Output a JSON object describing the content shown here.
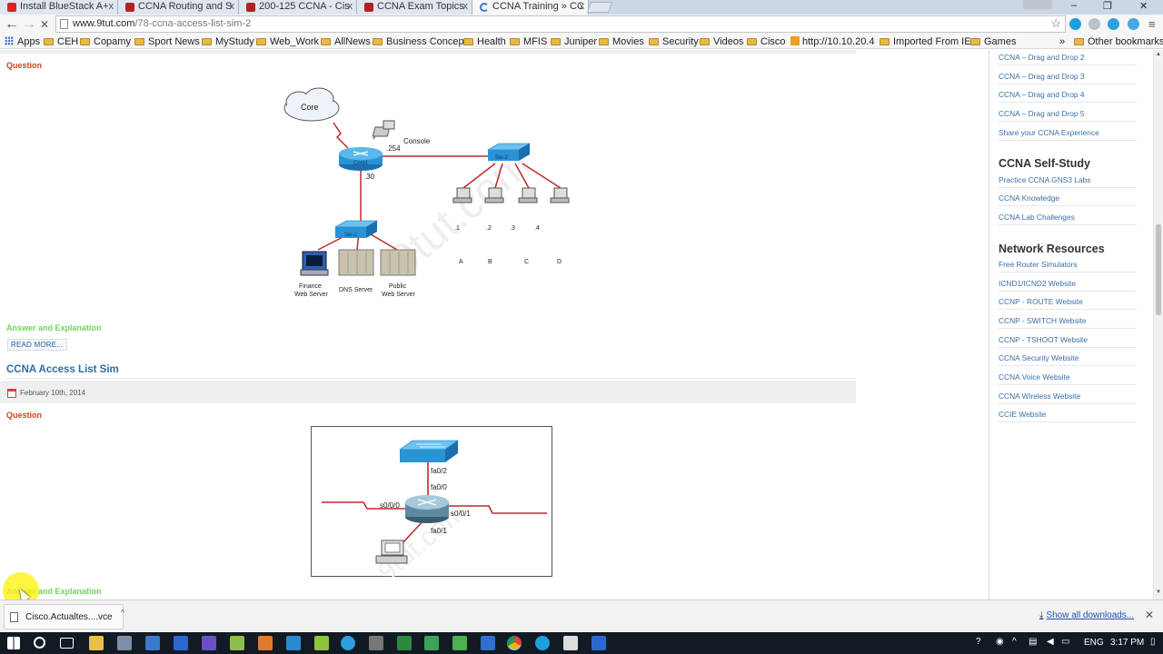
{
  "tabs": [
    {
      "label": "Install BlueStack A+",
      "favicon_color": "#e02020",
      "active": false
    },
    {
      "label": "CCNA Routing and S",
      "favicon_color": "#b22222",
      "active": false
    },
    {
      "label": "200-125 CCNA - Cis",
      "favicon_color": "#b22222",
      "active": false
    },
    {
      "label": "CCNA Exam Topics",
      "favicon_color": "#b22222",
      "active": false
    },
    {
      "label": "CCNA Training » CC",
      "favicon_color": "#3a78d6",
      "active": true
    }
  ],
  "window": {
    "minimize": "–",
    "restore": "❐",
    "close": "✕"
  },
  "tab_close": "x",
  "toolbar": {
    "back": "←",
    "forward": "→",
    "reload": "✕",
    "url_host": "www.9tut.com",
    "url_path": "/78-ccna-access-list-sim-2",
    "star": "☆"
  },
  "bookmarks": {
    "apps": "Apps",
    "items": [
      "CEH",
      "Copamy",
      "Sport News",
      "MyStudy",
      "Web_Work",
      "AllNews",
      "Business Concept",
      "Health",
      "MFIS",
      "Juniper",
      "Movies",
      "Security",
      "Videos",
      "Cisco",
      "http://10.10.20.4",
      "Imported From IE",
      "Games"
    ],
    "overflow": "»",
    "other": "Other bookmarks"
  },
  "post1": {
    "question_label": "Question",
    "answer_label": "Answer and Explanation",
    "read_more": "READ MORE...",
    "diagram": {
      "core": "Core",
      "console": "Console",
      "router": "Corp1",
      "ip_254": ".254",
      "ip_30": ".30",
      "sw2": "Sw-2",
      "sw1": "Sw-1",
      "host_ips": [
        ".1",
        ".2",
        ".3",
        ".4"
      ],
      "hosts": [
        "A",
        "B",
        "C",
        "D"
      ],
      "server_finance_1": "Finance",
      "server_finance_2": "Web Server",
      "server_dns": "DNS Server",
      "server_public_1": "Public",
      "server_public_2": "Web Server"
    }
  },
  "post2": {
    "title": "CCNA Access List Sim",
    "date": "February 10th, 2014",
    "question_label": "Question",
    "answer_label": "Answer and Explanation",
    "diagram": {
      "fa02": "fa0/2",
      "fa00": "fa0/0",
      "s000": "s0/0/0",
      "s001": "s0/0/1",
      "fa01": "fa0/1"
    }
  },
  "sidebar": {
    "top_links": [
      "CCNA – Drag and Drop 2",
      "CCNA – Drag and Drop 3",
      "CCNA – Drag and Drop 4",
      "CCNA – Drag and Drop 5",
      "Share your CCNA Experience"
    ],
    "self_study_heading": "CCNA Self-Study",
    "self_study_links": [
      "Practice CCNA GNS3 Labs",
      "CCNA Knowledge",
      "CCNA Lab Challenges"
    ],
    "network_heading": "Network Resources",
    "network_links": [
      "Free Router Simulators",
      "ICND1/ICND2 Website",
      "CCNP - ROUTE Website",
      "CCNP - SWITCH Website",
      "CCNP - TSHOOT Website",
      "CCNA Security Website",
      "CCNA Voice Website",
      "CCNA Wireless Website",
      "CCIE Website"
    ]
  },
  "downloads": {
    "file_name": "Cisco.Actualtes....vce",
    "caret": "^",
    "show_all": "Show all downloads...",
    "close": "✕"
  },
  "taskbar": {
    "lang": "ENG",
    "time": "3:17 PM"
  },
  "colors": {
    "link": "#3a6fa6",
    "question": "#d2421b",
    "answer": "#6ed65a",
    "cable": "#c0282e",
    "switch": "#2a93d6"
  }
}
